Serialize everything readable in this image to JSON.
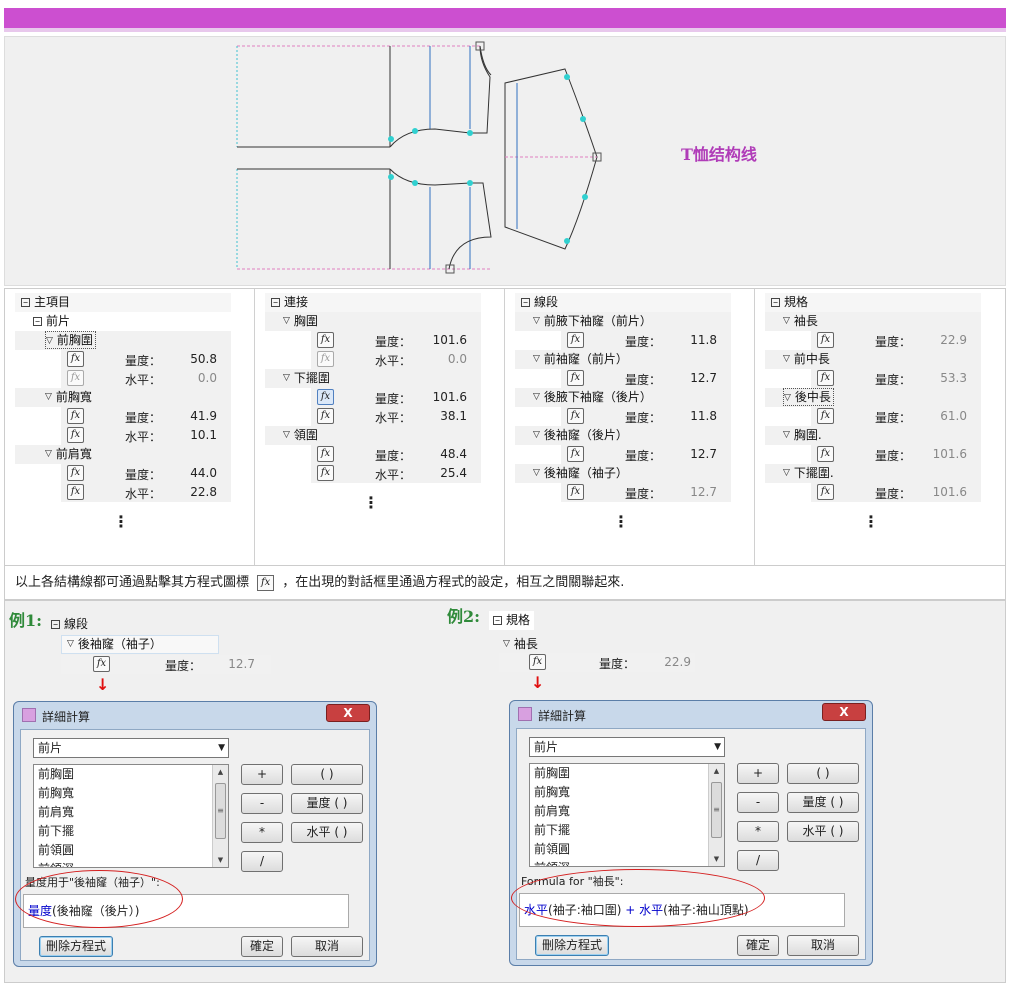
{
  "pattern": {
    "title": "T恤结构线"
  },
  "trees": [
    {
      "rows": [
        {
          "kind": "folder",
          "indent": 0,
          "label": "主項目"
        },
        {
          "kind": "folder",
          "indent": 1,
          "label": "前片"
        },
        {
          "kind": "node",
          "indent": 2,
          "label": "前胸圍",
          "selected": true
        },
        {
          "kind": "value",
          "label": "量度：",
          "value": "50.8"
        },
        {
          "kind": "value",
          "label": "水平：",
          "value": "0.0",
          "dim": true
        },
        {
          "kind": "node",
          "indent": 2,
          "label": "前胸寬"
        },
        {
          "kind": "value",
          "label": "量度：",
          "value": "41.9"
        },
        {
          "kind": "value",
          "label": "水平：",
          "value": "10.1"
        },
        {
          "kind": "node",
          "indent": 2,
          "label": "前肩寬"
        },
        {
          "kind": "value",
          "label": "量度：",
          "value": "44.0"
        },
        {
          "kind": "value",
          "label": "水平：",
          "value": "22.8"
        }
      ]
    },
    {
      "rows": [
        {
          "kind": "folder",
          "indent": 0,
          "label": "連接"
        },
        {
          "kind": "node",
          "indent": 1,
          "label": "胸圍"
        },
        {
          "kind": "value",
          "label": "量度：",
          "value": "101.6"
        },
        {
          "kind": "value",
          "label": "水平：",
          "value": "0.0",
          "dim": true
        },
        {
          "kind": "node",
          "indent": 1,
          "label": "下擺圍"
        },
        {
          "kind": "value",
          "label": "量度：",
          "value": "101.6",
          "hi": true
        },
        {
          "kind": "value",
          "label": "水平：",
          "value": "38.1"
        },
        {
          "kind": "node",
          "indent": 1,
          "label": "領圍"
        },
        {
          "kind": "value",
          "label": "量度：",
          "value": "48.4"
        },
        {
          "kind": "value",
          "label": "水平：",
          "value": "25.4"
        }
      ]
    },
    {
      "rows": [
        {
          "kind": "folder",
          "indent": 0,
          "label": "線段"
        },
        {
          "kind": "node",
          "indent": 1,
          "label": "前腋下袖窿（前片）"
        },
        {
          "kind": "value",
          "label": "量度：",
          "value": "11.8"
        },
        {
          "kind": "node",
          "indent": 1,
          "label": "前袖窿（前片）"
        },
        {
          "kind": "value",
          "label": "量度：",
          "value": "12.7"
        },
        {
          "kind": "node",
          "indent": 1,
          "label": "後腋下袖窿（後片）"
        },
        {
          "kind": "value",
          "label": "量度：",
          "value": "11.8"
        },
        {
          "kind": "node",
          "indent": 1,
          "label": "後袖窿（後片）"
        },
        {
          "kind": "value",
          "label": "量度：",
          "value": "12.7"
        },
        {
          "kind": "node",
          "indent": 1,
          "label": "後袖窿（袖子）"
        },
        {
          "kind": "value",
          "label": "量度：",
          "value": "12.7",
          "dim": true
        }
      ]
    },
    {
      "rows": [
        {
          "kind": "folder",
          "indent": 0,
          "label": "規格"
        },
        {
          "kind": "node",
          "indent": 1,
          "label": "袖長"
        },
        {
          "kind": "value",
          "label": "量度：",
          "value": "22.9",
          "dim": true
        },
        {
          "kind": "node",
          "indent": 1,
          "label": "前中長"
        },
        {
          "kind": "value",
          "label": "量度：",
          "value": "53.3",
          "dim": true
        },
        {
          "kind": "node",
          "indent": 1,
          "label": "後中長",
          "selected": true
        },
        {
          "kind": "value",
          "label": "量度：",
          "value": "61.0",
          "dim": true
        },
        {
          "kind": "node",
          "indent": 1,
          "label": "胸圍."
        },
        {
          "kind": "value",
          "label": "量度：",
          "value": "101.6",
          "dim": true
        },
        {
          "kind": "node",
          "indent": 1,
          "label": "下擺圍."
        },
        {
          "kind": "value",
          "label": "量度：",
          "value": "101.6",
          "dim": true
        }
      ]
    }
  ],
  "caption": {
    "before": "以上各結構線都可通過點擊其方程式圖標",
    "after": "，在出現的對話框里通過方程式的設定，相互之間關聯起來."
  },
  "example1": {
    "label": "例1:",
    "tree_root": "線段",
    "tree_node": "後袖窿（袖子）",
    "measure_label": "量度：",
    "measure_value": "12.7",
    "dialog": {
      "title": "詳細計算",
      "close": "X",
      "combo": "前片",
      "list": [
        "前胸圍",
        "前胸寬",
        "前肩寬",
        "前下擺",
        "前領圓",
        "前領深"
      ],
      "ops": [
        "+",
        "-",
        "*",
        "/"
      ],
      "funcs": [
        "( )",
        "量度 ( )",
        "水平 ( )"
      ],
      "formula_label": "量度用于\"後袖窿（袖子）\":",
      "formula_parts": [
        {
          "text": "量度",
          "blue": true
        },
        {
          "text": "(後袖窿（後片）)",
          "blue": false
        }
      ],
      "delete_btn": "刪除方程式",
      "ok_btn": "確定",
      "cancel_btn": "取消"
    }
  },
  "example2": {
    "label": "例2:",
    "tree_root": "規格",
    "tree_node": "袖長",
    "measure_label": "量度：",
    "measure_value": "22.9",
    "dialog": {
      "title": "詳細計算",
      "close": "X",
      "combo": "前片",
      "list": [
        "前胸圍",
        "前胸寬",
        "前肩寬",
        "前下擺",
        "前領圓",
        "前領深"
      ],
      "ops": [
        "+",
        "-",
        "*",
        "/"
      ],
      "funcs": [
        "( )",
        "量度 ( )",
        "水平 ( )"
      ],
      "formula_label": "Formula for \"袖長\":",
      "formula_parts": [
        {
          "text": "水平",
          "blue": true
        },
        {
          "text": "(袖子:袖口圍)",
          "blue": false
        },
        {
          "text": " + ",
          "blue": true
        },
        {
          "text": "水平",
          "blue": true
        },
        {
          "text": "(袖子:袖山頂點)",
          "blue": false
        }
      ],
      "delete_btn": "刪除方程式",
      "ok_btn": "確定",
      "cancel_btn": "取消"
    }
  },
  "icons": {
    "fx": "fx",
    "folder_expander": "⊟",
    "node_triangle": "▽",
    "more": "⋮"
  },
  "colors": {
    "header_bar": "#cc4fd0",
    "title_purple": "#b03cb8",
    "example_green": "#2f8a3a",
    "highlight_red": "#d42020",
    "formula_blue": "#0000cc"
  }
}
